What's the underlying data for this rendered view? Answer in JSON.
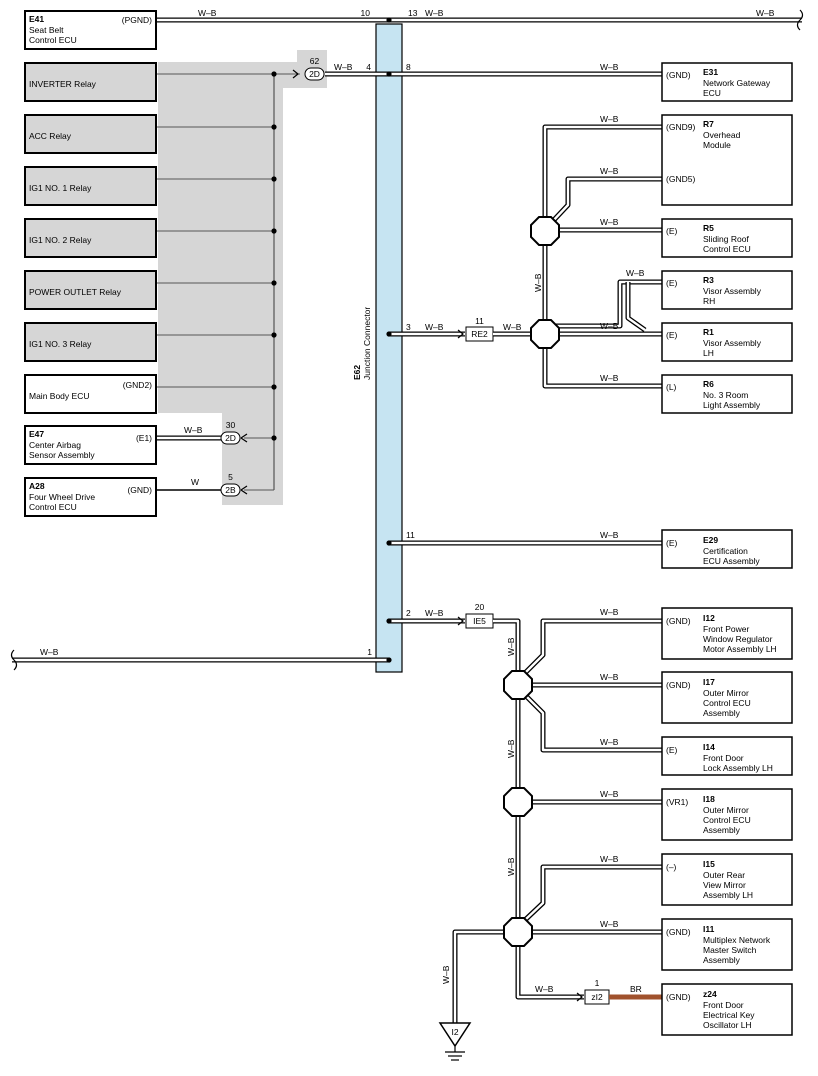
{
  "wire_colors": {
    "wb": "W–B",
    "w": "W",
    "br": "BR",
    "br_hex": "#a0522d",
    "jc_hex": "#c6e4f2",
    "shade_hex": "#d6d6d6"
  },
  "junction": {
    "code": "E62",
    "name": "Junction Connector"
  },
  "left_components": [
    {
      "label": "INVERTER Relay"
    },
    {
      "label": "ACC Relay"
    },
    {
      "label": "IG1 NO. 1 Relay"
    },
    {
      "label": "IG1 NO. 2 Relay"
    },
    {
      "label": "POWER OUTLET Relay"
    },
    {
      "label": "IG1 NO. 3 Relay"
    },
    {
      "label": "Main Body ECU",
      "pin": "(GND2)"
    }
  ],
  "e41": {
    "code": "E41",
    "line1": "Seat Belt",
    "line2": "Control ECU",
    "pin": "(PGND)"
  },
  "e47": {
    "code": "E47",
    "line1": "Center Airbag",
    "line2": "Sensor Assembly",
    "pin": "(E1)"
  },
  "a28": {
    "code": "A28",
    "line1": "Four Wheel Drive",
    "line2": "Control ECU",
    "pin": "(GND)"
  },
  "connectors": {
    "c62": {
      "num": "62",
      "id": "2D"
    },
    "c30": {
      "num": "30",
      "id": "2D"
    },
    "c5": {
      "num": "5",
      "id": "2B"
    },
    "re2": {
      "num": "11",
      "id": "RE2"
    },
    "ie5": {
      "num": "20",
      "id": "IE5"
    },
    "zi2": {
      "num": "1",
      "id": "zI2"
    }
  },
  "jc_pins": {
    "p10": "10",
    "p13": "13",
    "p4": "4",
    "p8": "8",
    "p3": "3",
    "p11": "11",
    "p2": "2",
    "p1": "1"
  },
  "right_components": [
    {
      "code": "E31",
      "pin": "(GND)",
      "lines": [
        "Network Gateway",
        "ECU"
      ]
    },
    {
      "code": "R7",
      "pin": "(GND9)",
      "pin2": "(GND5)",
      "lines": [
        "Overhead",
        "Module"
      ]
    },
    {
      "code": "R5",
      "pin": "(E)",
      "lines": [
        "Sliding Roof",
        "Control ECU"
      ]
    },
    {
      "code": "R3",
      "pin": "(E)",
      "lines": [
        "Visor Assembly",
        "RH"
      ]
    },
    {
      "code": "R1",
      "pin": "(E)",
      "lines": [
        "Visor Assembly",
        "LH"
      ]
    },
    {
      "code": "R6",
      "pin": "(L)",
      "lines": [
        "No. 3 Room",
        "Light Assembly"
      ]
    },
    {
      "code": "E29",
      "pin": "(E)",
      "lines": [
        "Certification",
        "ECU Assembly"
      ]
    },
    {
      "code": "I12",
      "pin": "(GND)",
      "lines": [
        "Front Power",
        "Window Regulator",
        "Motor Assembly LH"
      ]
    },
    {
      "code": "I17",
      "pin": "(GND)",
      "lines": [
        "Outer Mirror",
        "Control ECU",
        "Assembly"
      ]
    },
    {
      "code": "I14",
      "pin": "(E)",
      "lines": [
        "Front Door",
        "Lock Assembly LH"
      ]
    },
    {
      "code": "I18",
      "pin": "(VR1)",
      "lines": [
        "Outer Mirror",
        "Control ECU",
        "Assembly"
      ]
    },
    {
      "code": "I15",
      "pin": "(–)",
      "lines": [
        "Outer Rear",
        "View Mirror",
        "Assembly LH"
      ]
    },
    {
      "code": "I11",
      "pin": "(GND)",
      "lines": [
        "Multiplex Network",
        "Master Switch",
        "Assembly"
      ]
    },
    {
      "code": "z24",
      "pin": "(GND)",
      "lines": [
        "Front Door",
        "Electrical Key",
        "Oscillator LH"
      ]
    }
  ],
  "ground": {
    "label": "I2"
  }
}
